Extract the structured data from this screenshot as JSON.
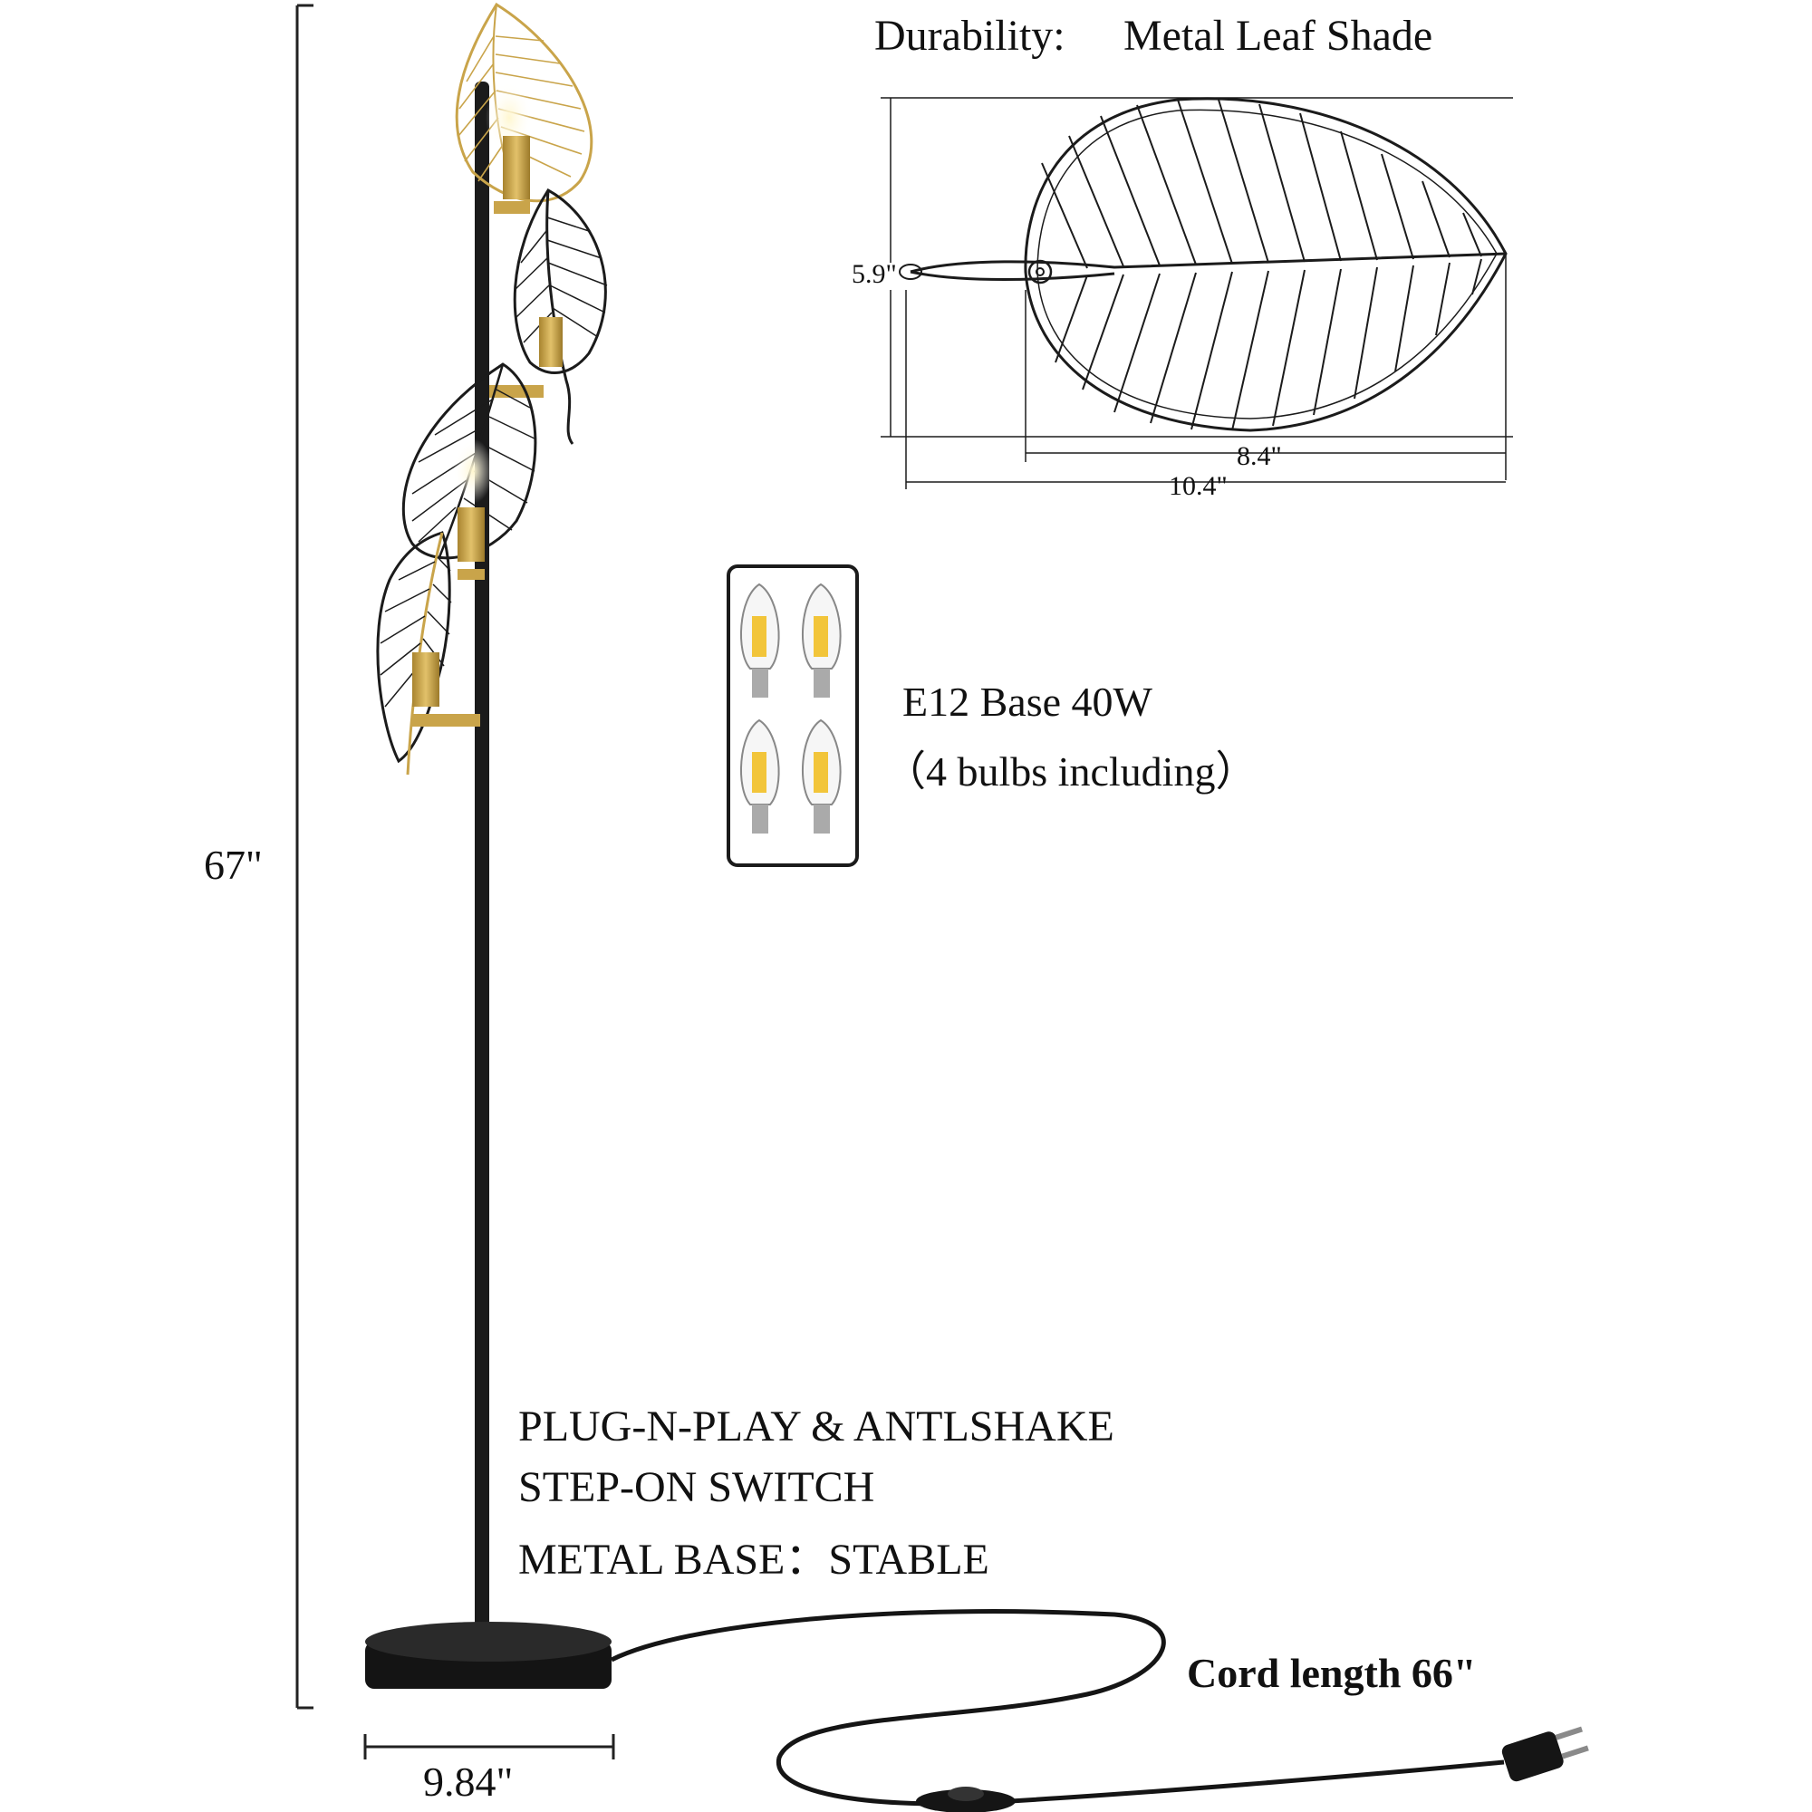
{
  "header": {
    "durability_label": "Durability:",
    "durability_value": "Metal Leaf Shade"
  },
  "dimensions": {
    "height": "67\"",
    "base_width": "9.84\"",
    "leaf_height": "5.9\"",
    "leaf_body_length": "8.4\"",
    "leaf_total_length": "10.4\""
  },
  "bulbs": {
    "line1": "E12 Base 40W",
    "line2": "（4 bulbs including）",
    "count": 4
  },
  "features": [
    "PLUG-N-PLAY & ANTLSHAKE",
    "STEP-ON SWITCH",
    "METAL BASE：STABLE"
  ],
  "cord": {
    "label": "Cord length 66\""
  },
  "colors": {
    "pole": "#1b1b1b",
    "brass": "#c9a44a",
    "bulb_glow": "#f2c53a",
    "line": "#222222"
  }
}
